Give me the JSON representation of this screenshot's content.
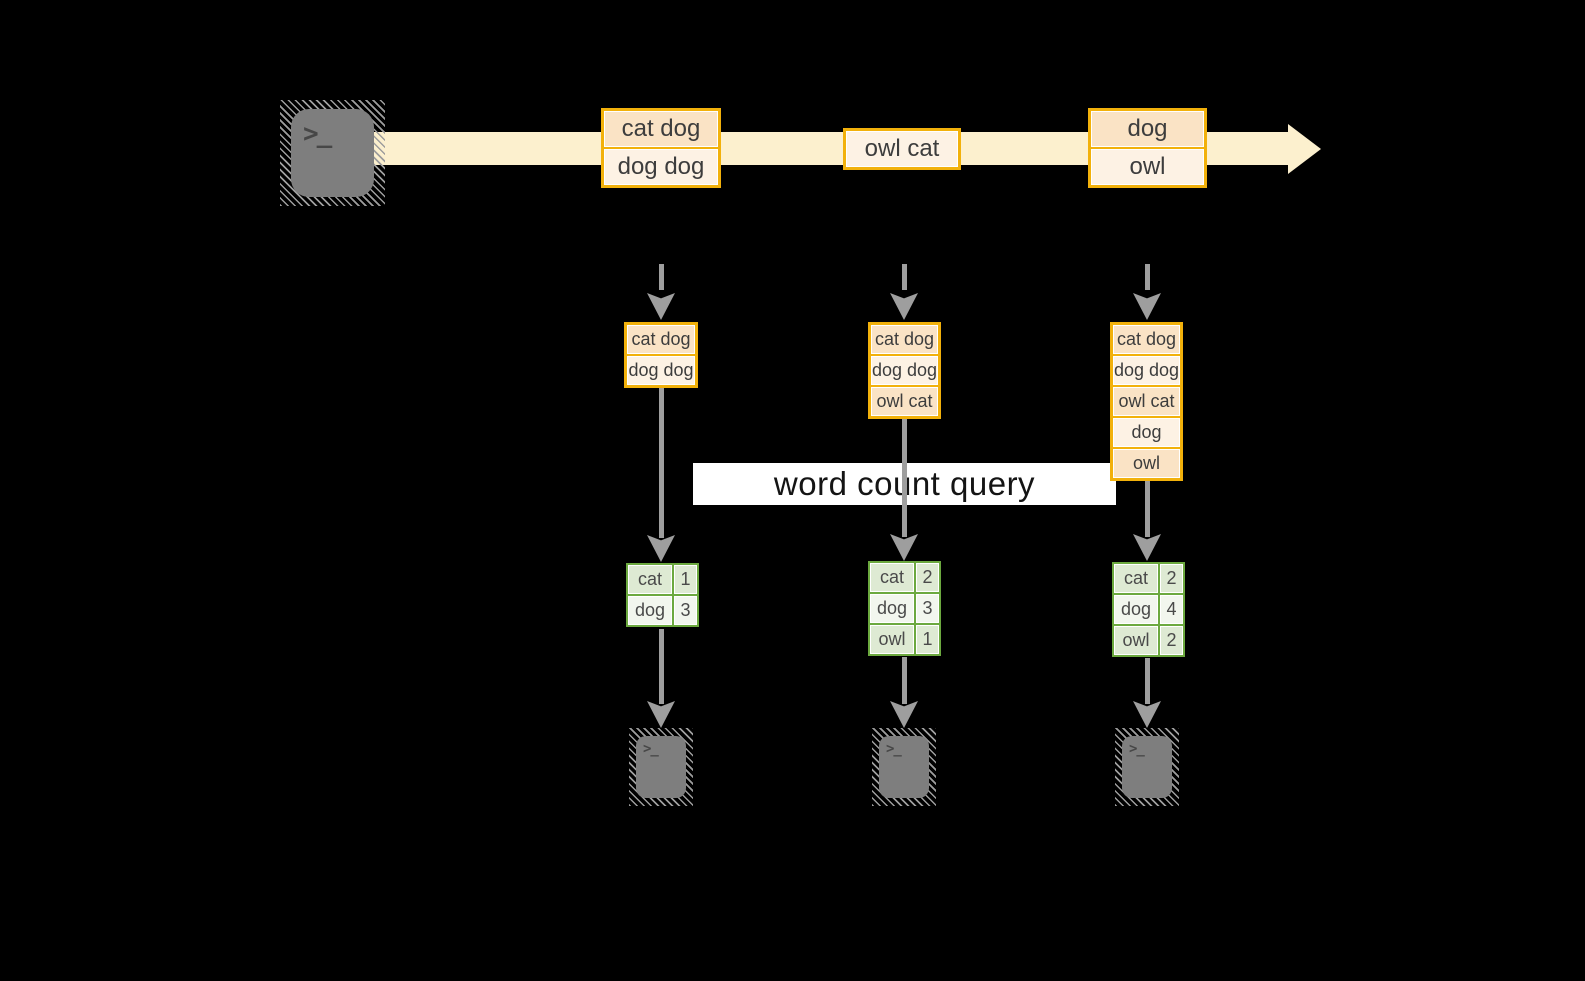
{
  "diagram": {
    "title_banner": "word count query",
    "prompt_glyph": ">_"
  },
  "stream": {
    "batches": [
      {
        "records": [
          "cat dog",
          "dog dog"
        ]
      },
      {
        "records": [
          "owl cat"
        ]
      },
      {
        "records": [
          "dog",
          "owl"
        ]
      }
    ]
  },
  "columns": [
    {
      "buffered_records": [
        "cat dog",
        "dog dog"
      ],
      "counts": [
        {
          "word": "cat",
          "value": 1
        },
        {
          "word": "dog",
          "value": 3
        }
      ]
    },
    {
      "buffered_records": [
        "cat dog",
        "dog dog",
        "owl cat"
      ],
      "counts": [
        {
          "word": "cat",
          "value": 2
        },
        {
          "word": "dog",
          "value": 3
        },
        {
          "word": "owl",
          "value": 1
        }
      ]
    },
    {
      "buffered_records": [
        "cat dog",
        "dog dog",
        "owl cat",
        "dog",
        "owl"
      ],
      "counts": [
        {
          "word": "cat",
          "value": 2
        },
        {
          "word": "dog",
          "value": 4
        },
        {
          "word": "owl",
          "value": 2
        }
      ]
    }
  ],
  "colors": {
    "background": "#000000",
    "stream_fill": "#FCF0CE",
    "amber_border": "#F2B10B",
    "cell_peach": "#FAE3C5",
    "cell_cream": "#FDF2E4",
    "green_border": "#6CA93F",
    "green_cell_dark": "#DEEAD3",
    "green_cell_light": "#F2F6EE",
    "arrow_gray": "#9E9E9E",
    "terminal_gray": "#7E7E7E",
    "banner_bg": "#FFFFFF",
    "text": "#3D3D3D"
  }
}
